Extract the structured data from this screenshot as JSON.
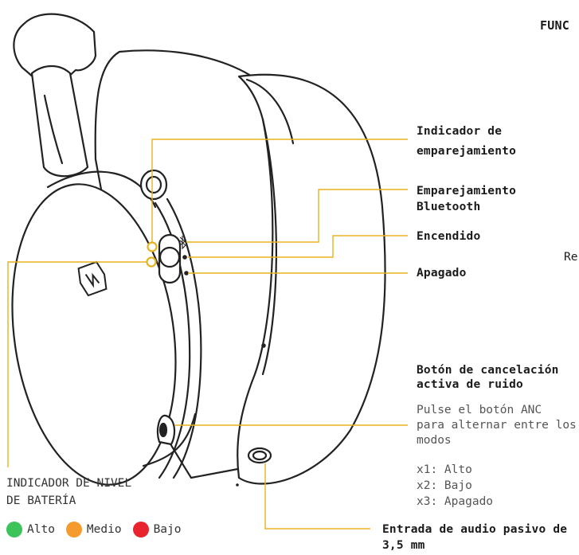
{
  "section_title": "FUNC",
  "side_text": "Re",
  "labels": {
    "pairing_indicator": [
      "Indicador de",
      "emparejamiento"
    ],
    "bt_pairing": [
      "Emparejamiento",
      "Bluetooth"
    ],
    "power_on": "Encendido",
    "power_off": "Apagado",
    "anc_button": [
      "Botón de cancelación",
      "activa de ruido"
    ],
    "anc_desc": [
      "Pulse el botón ANC",
      "para alternar entre los",
      "modos"
    ],
    "anc_modes": [
      "x1: Alto",
      "x2: Bajo",
      "x3: Apagado"
    ],
    "audio_input": [
      "Entrada de audio pasivo de",
      "3,5 mm"
    ],
    "battery_title": [
      "INDICADOR DE NIVEL",
      "DE BATERÍA"
    ]
  },
  "legend": [
    {
      "label": "Alto",
      "color": "#3cc35a"
    },
    {
      "label": "Medio",
      "color": "#f59a2c"
    },
    {
      "label": "Bajo",
      "color": "#e8232e"
    }
  ],
  "colors": {
    "leader_line": "#e8b21f",
    "outline": "#222222"
  },
  "icons": [
    "bluetooth-icon",
    "brand-logo-icon"
  ]
}
